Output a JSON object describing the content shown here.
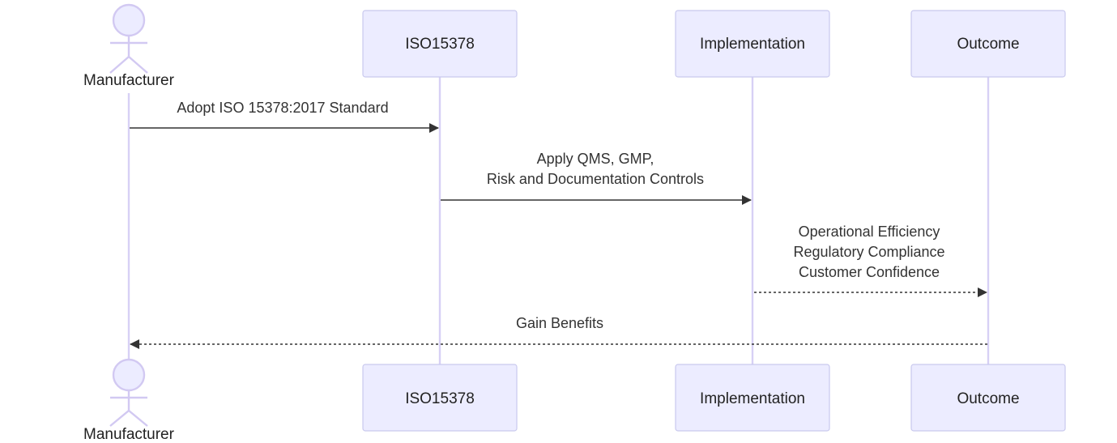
{
  "participants": {
    "manufacturer": {
      "label": "Manufacturer"
    },
    "iso": {
      "label": "ISO15378"
    },
    "implementation": {
      "label": "Implementation"
    },
    "outcome": {
      "label": "Outcome"
    }
  },
  "messages": [
    {
      "from": "manufacturer",
      "to": "iso",
      "style": "solid",
      "lines": [
        "Adopt ISO 15378:2017 Standard"
      ]
    },
    {
      "from": "iso",
      "to": "implementation",
      "style": "solid",
      "lines": [
        "Apply QMS, GMP,",
        "Risk and Documentation Controls"
      ]
    },
    {
      "from": "implementation",
      "to": "outcome",
      "style": "dashed",
      "lines": [
        "Operational Efficiency",
        "Regulatory Compliance",
        "Customer Confidence"
      ]
    },
    {
      "from": "outcome",
      "to": "manufacturer",
      "style": "dashed",
      "lines": [
        "Gain Benefits"
      ]
    }
  ],
  "colors": {
    "box_fill": "#ececff",
    "box_stroke": "#c9c9ee",
    "lifeline": "#d7d0f5",
    "arrow": "#333333"
  }
}
